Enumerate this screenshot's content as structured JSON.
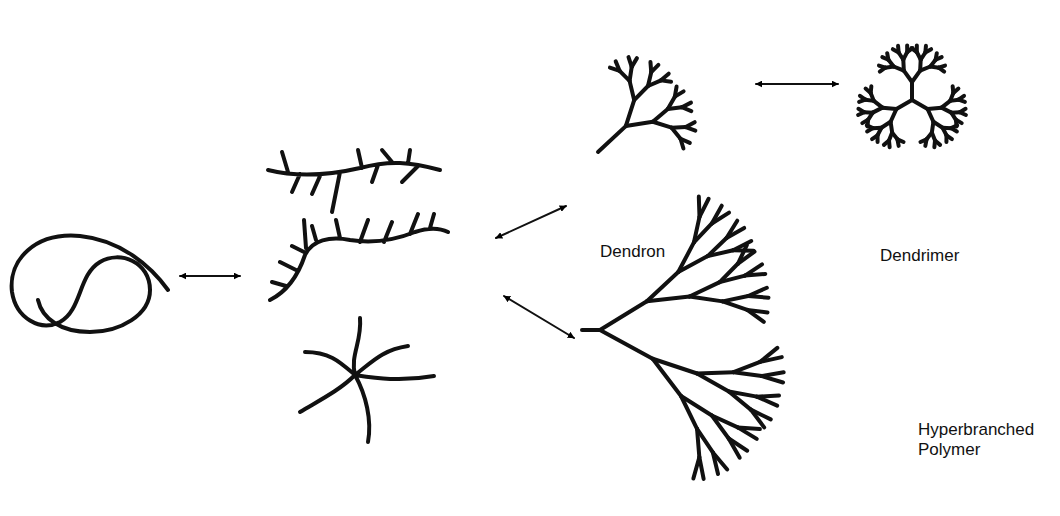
{
  "diagram": {
    "labels": [
      "Dendron",
      "Dendrimer",
      "Hyperbranched Polymer"
    ]
  }
}
